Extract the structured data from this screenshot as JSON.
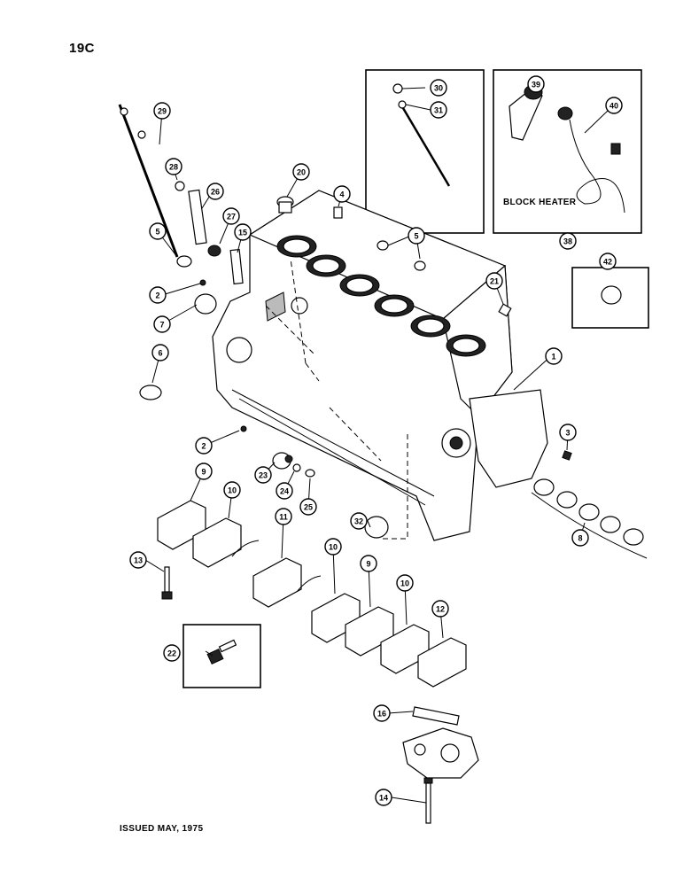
{
  "page_number": "19C",
  "issued": "ISSUED MAY, 1975",
  "block_heater_label": "BLOCK HEATER",
  "callouts": [
    "1",
    "2",
    "2",
    "3",
    "4",
    "5",
    "5",
    "6",
    "7",
    "8",
    "9",
    "9",
    "10",
    "10",
    "10",
    "11",
    "12",
    "13",
    "14",
    "15",
    "16",
    "20",
    "21",
    "22",
    "23",
    "24",
    "25",
    "26",
    "27",
    "28",
    "29",
    "30",
    "31",
    "32",
    "38",
    "39",
    "40",
    "42"
  ]
}
